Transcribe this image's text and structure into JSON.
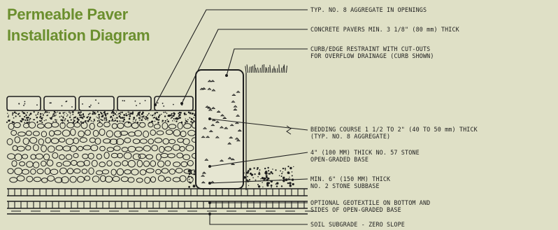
{
  "title": {
    "line1": "Permeable Paver",
    "line2": "Installation Diagram"
  },
  "callouts": [
    {
      "lines": [
        "TYP. NO. 8 AGGREGATE IN OPENINGS"
      ]
    },
    {
      "lines": [
        "CONCRETE PAVERS MIN. 3 1/8\" (80 mm) THICK"
      ]
    },
    {
      "lines": [
        "CURB/EDGE RESTRAINT WITH CUT-OUTS",
        "FOR OVERFLOW DRAINAGE (CURB SHOWN)"
      ]
    },
    {
      "lines": [
        "BEDDING COURSE 1 1/2 TO 2\" (40 TO 50 mm) THICK",
        "(TYP. NO. 8 AGGREGATE)"
      ]
    },
    {
      "lines": [
        "4\" (100 MM) THICK NO. 57 STONE",
        "OPEN-GRADED BASE"
      ]
    },
    {
      "lines": [
        "MIN. 6\" (150 MM) THICK",
        "NO. 2 STONE SUBBASE"
      ]
    },
    {
      "lines": [
        "OPTIONAL GEOTEXTILE ON BOTTOM AND",
        "SIDES OF OPEN-GRADED BASE"
      ]
    },
    {
      "lines": [
        "SOIL SUBGRADE - ZERO SLOPE"
      ]
    }
  ],
  "colors": {
    "background": "#dfe0c6",
    "title": "#6b8f2e",
    "ink": "#1e1e1e"
  }
}
